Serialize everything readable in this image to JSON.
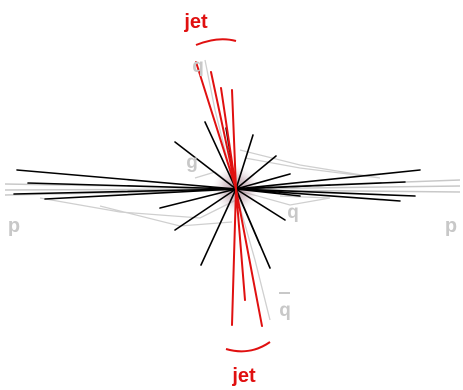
{
  "labels": {
    "jet_top": "jet",
    "jet_bottom": "jet",
    "proton_left": "p",
    "proton_right": "p",
    "quark_top": "q",
    "gluon": "g",
    "quark_right": "q",
    "antiquark_bottom": "q"
  },
  "colors": {
    "jet": "#e01010",
    "tracks": "#000000",
    "ghost": "#c8c8c8",
    "vertex_glow": "#b0909a"
  }
}
